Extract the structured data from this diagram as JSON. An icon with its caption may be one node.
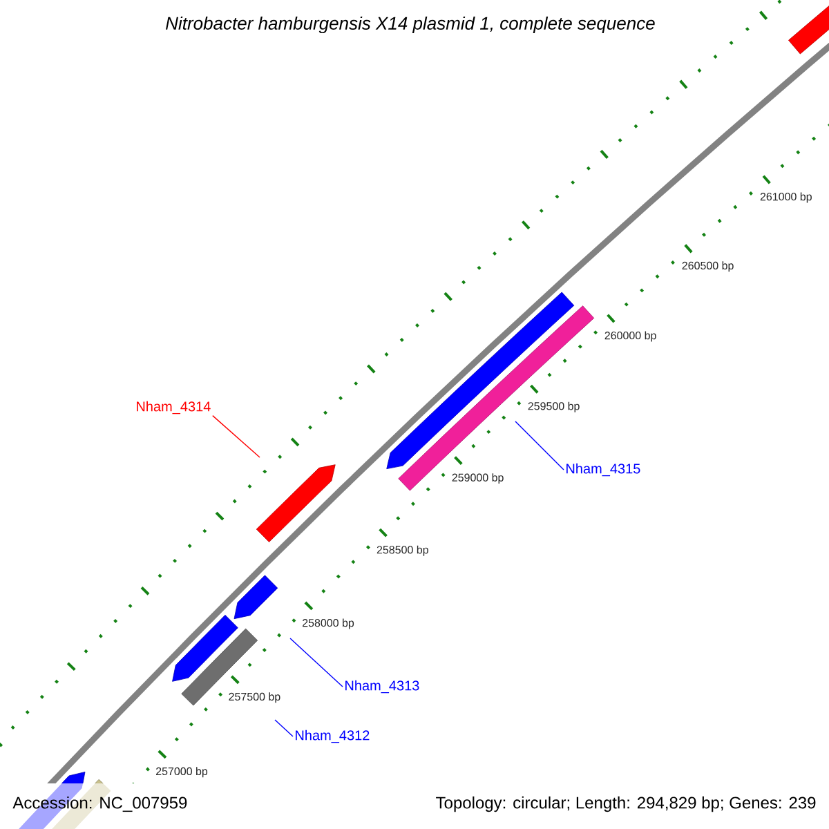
{
  "diagram": {
    "title": "Nitrobacter hamburgensis X14 plasmid 1, complete sequence",
    "nodes": [
      {
        "text": [
          "Nham_4314"
        ]
      },
      {
        "text": [
          "Nham_4315"
        ]
      },
      {
        "text": [
          "Nham_4313"
        ]
      },
      {
        "text": [
          "Nham_4312"
        ]
      }
    ],
    "edges": [
      {
        "from": 0,
        "to": null,
        "arrow": "none",
        "color": "#ff0000"
      },
      {
        "from": 1,
        "to": null,
        "arrow": "none"
      },
      {
        "from": 2,
        "to": null,
        "arrow": "none"
      },
      {
        "from": 3,
        "to": null,
        "arrow": "none"
      }
    ],
    "labels": [
      "261000 bp",
      "260500 bp",
      "260000 bp",
      "259500 bp",
      "259000 bp",
      "258500 bp",
      "258000 bp",
      "257500 bp",
      "257000 bp",
      "Accession: NC_007959",
      "Topology: circular; Length: 294,829 bp; Genes: 239"
    ]
  }
}
